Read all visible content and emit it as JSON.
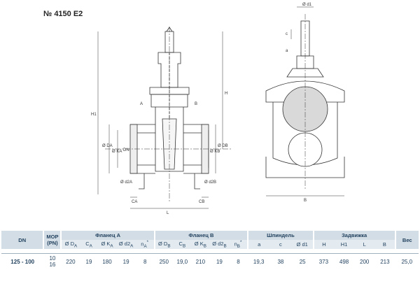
{
  "title": "№ 4150 E2",
  "drawing_labels": {
    "h1": "H1",
    "h": "H",
    "a": "a",
    "c": "c",
    "b": "B",
    "l": "L",
    "flange_a": "A",
    "flange_b": "B",
    "d1": "Ø d1",
    "da": "Ø DA",
    "ka": "Ø KA",
    "dn": "DN",
    "d2a": "Ø d2A",
    "db": "Ø DB",
    "kb": "Ø KB",
    "d2b": "Ø d2B",
    "ca": "CA",
    "cb": "CB"
  },
  "table": {
    "groups": {
      "dn": "DN",
      "mop": "МОР (PN)",
      "flange_a": "Фланец А",
      "flange_b": "Фланец В",
      "spindle": "Шпиндель",
      "valve": "Задвижка",
      "weight": "Вес"
    },
    "subheaders": {
      "da": "Ø D",
      "da_sub": "A",
      "ca": "C",
      "ca_sub": "A",
      "ka": "Ø K",
      "ka_sub": "A",
      "d2a": "Ø d2",
      "d2a_sub": "A",
      "na": "n",
      "na_sub": "A",
      "na_sup": "*",
      "db": "Ø D",
      "db_sub": "B",
      "cb": "C",
      "cb_sub": "B",
      "kb": "Ø K",
      "kb_sub": "B",
      "d2b": "Ø d2",
      "d2b_sub": "B",
      "nb": "n",
      "nb_sub": "B",
      "nb_sup": "*",
      "a": "a",
      "c": "c",
      "d1": "Ø d1",
      "h": "H",
      "h1": "H1",
      "l": "L",
      "b": "B"
    },
    "row": {
      "dn": "125 - 100",
      "mop1": "10",
      "mop2": "16",
      "da": "220",
      "ca": "19",
      "ka": "180",
      "d2a": "19",
      "na": "8",
      "db": "250",
      "cb": "19,0",
      "kb": "210",
      "d2b": "19",
      "nb": "8",
      "a": "19,3",
      "c": "38",
      "d1": "25",
      "h": "373",
      "h1": "498",
      "l": "200",
      "b": "213",
      "weight": "25,0"
    }
  },
  "colors": {
    "header": "#d3dde6",
    "subheader": "#e3ebf1",
    "text": "#1f3f5c",
    "line": "#333333"
  }
}
